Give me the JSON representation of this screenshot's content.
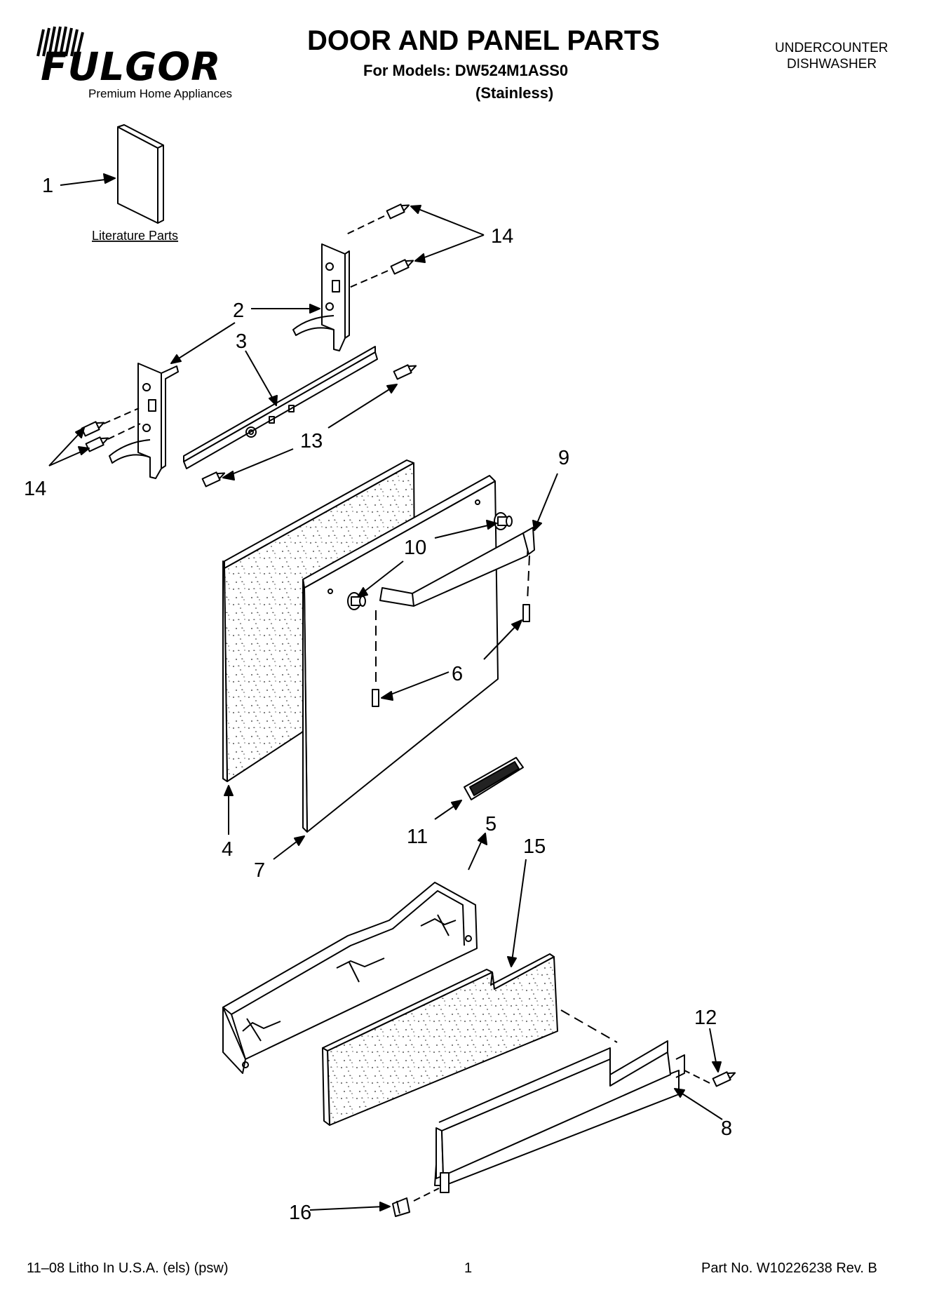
{
  "header": {
    "brand": "FULGOR",
    "tagline": "Premium Home Appliances",
    "title": "DOOR AND PANEL PARTS",
    "models": "For Models: DW524M1ASS0",
    "variant": "(Stainless)",
    "product_line1": "UNDERCOUNTER",
    "product_line2": "DISHWASHER"
  },
  "diagram": {
    "literature_label": "Literature Parts",
    "callouts": {
      "c1": "1",
      "c2": "2",
      "c3": "3",
      "c4": "4",
      "c5": "5",
      "c6": "6",
      "c7": "7",
      "c8": "8",
      "c9": "9",
      "c10": "10",
      "c11": "11",
      "c12": "12",
      "c13": "13",
      "c14a": "14",
      "c14b": "14",
      "c15": "15",
      "c16": "16"
    }
  },
  "footer": {
    "left": "11–08 Litho In U.S.A. (els) (psw)",
    "page": "1",
    "part_no": "Part No. W10226238 Rev. B"
  }
}
